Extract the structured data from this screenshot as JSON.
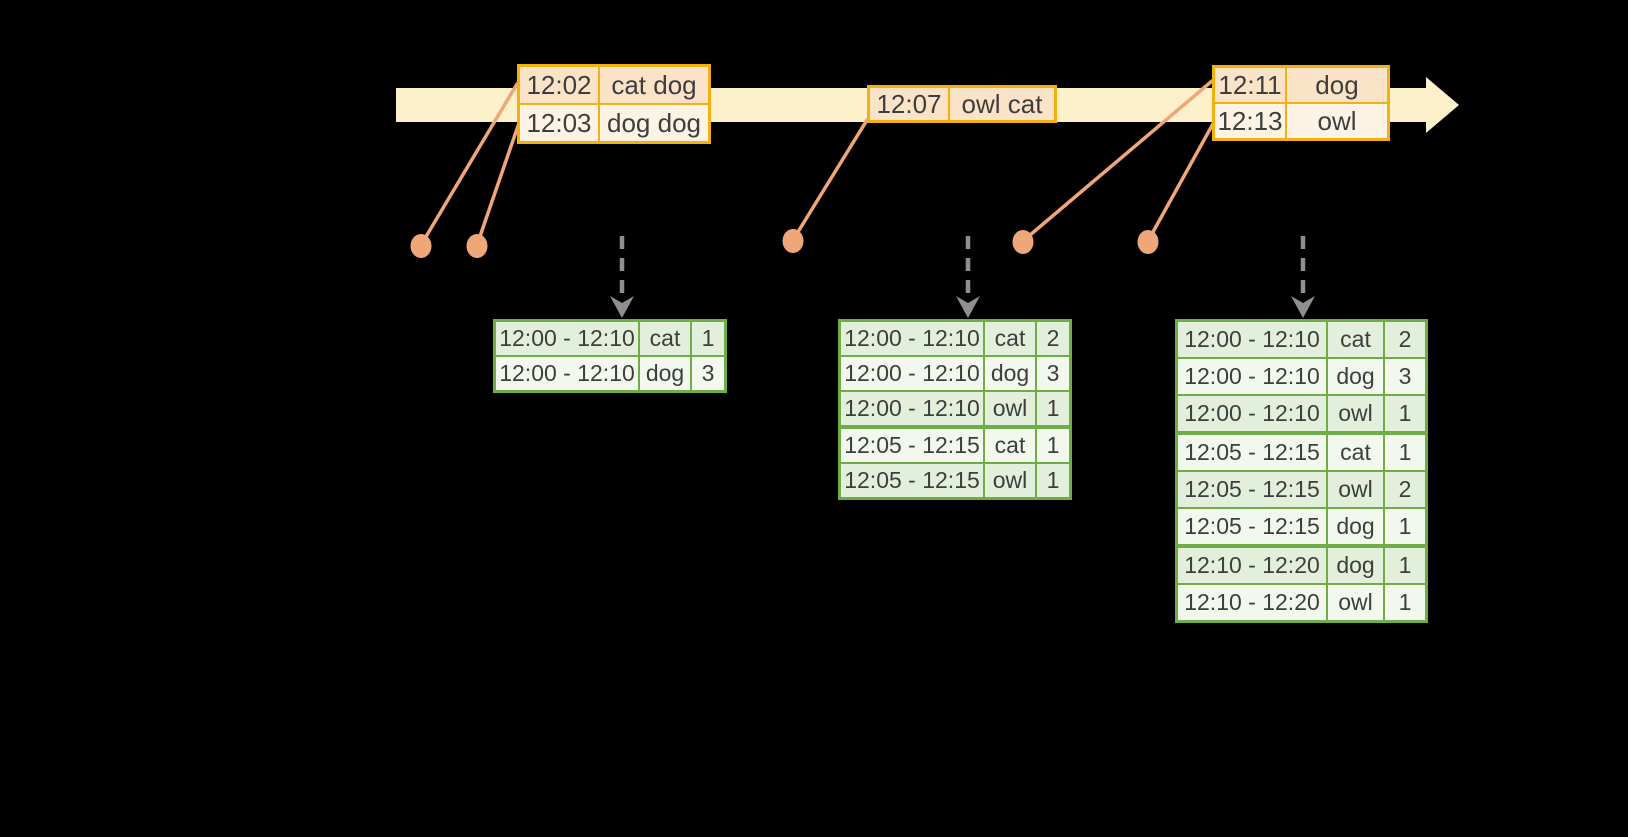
{
  "colors": {
    "background": "#000000",
    "timeline_fill": "#fcf1ca",
    "event_border": "#f2b10f",
    "event_row_dark": "#fbe3c8",
    "event_row_light": "#fdf3e5",
    "connector": "#efa678",
    "result_border": "#70ad47",
    "result_row_dark": "#e2efda",
    "result_row_light": "#f3f8ef",
    "trigger_arrow": "#8f8f8f",
    "text": "#3e3e3e"
  },
  "event_tables": [
    {
      "rows": [
        {
          "time": "12:02",
          "words": "cat dog"
        },
        {
          "time": "12:03",
          "words": "dog dog"
        }
      ]
    },
    {
      "rows": [
        {
          "time": "12:07",
          "words": "owl cat"
        }
      ]
    },
    {
      "rows": [
        {
          "time": "12:11",
          "words": "dog"
        },
        {
          "time": "12:13",
          "words": "owl"
        }
      ]
    }
  ],
  "result_tables": [
    {
      "rows": [
        {
          "window": "12:00 - 12:10",
          "word": "cat",
          "count": "1"
        },
        {
          "window": "12:00 - 12:10",
          "word": "dog",
          "count": "3"
        }
      ]
    },
    {
      "rows": [
        {
          "window": "12:00 - 12:10",
          "word": "cat",
          "count": "2"
        },
        {
          "window": "12:00 - 12:10",
          "word": "dog",
          "count": "3"
        },
        {
          "window": "12:00 - 12:10",
          "word": "owl",
          "count": "1"
        },
        {
          "window": "12:05 - 12:15",
          "word": "cat",
          "count": "1"
        },
        {
          "window": "12:05 - 12:15",
          "word": "owl",
          "count": "1"
        }
      ]
    },
    {
      "rows": [
        {
          "window": "12:00 - 12:10",
          "word": "cat",
          "count": "2"
        },
        {
          "window": "12:00 - 12:10",
          "word": "dog",
          "count": "3"
        },
        {
          "window": "12:00 - 12:10",
          "word": "owl",
          "count": "1"
        },
        {
          "window": "12:05 - 12:15",
          "word": "cat",
          "count": "1"
        },
        {
          "window": "12:05 - 12:15",
          "word": "owl",
          "count": "2"
        },
        {
          "window": "12:05 - 12:15",
          "word": "dog",
          "count": "1"
        },
        {
          "window": "12:10 - 12:20",
          "word": "dog",
          "count": "1"
        },
        {
          "window": "12:10 - 12:20",
          "word": "owl",
          "count": "1"
        }
      ]
    }
  ]
}
